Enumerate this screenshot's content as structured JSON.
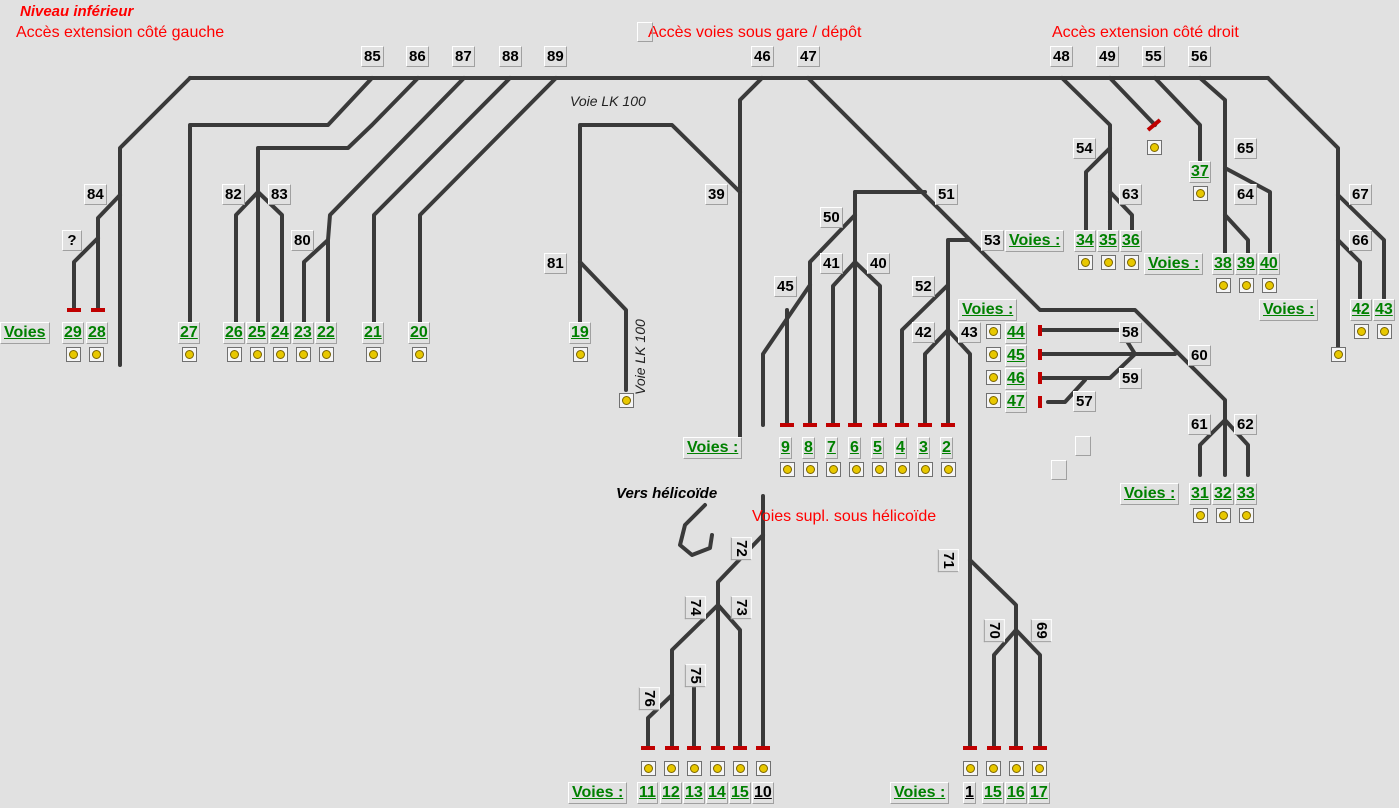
{
  "headers": {
    "niveau": "Niveau inférieur",
    "acces_gauche": "Accès extension côté gauche",
    "acces_gare": "Accès voies sous gare / dépôt",
    "acces_droit": "Accès extension côté droit",
    "voie_lk_1": "Voie LK 100",
    "voie_lk_2": "Voie LK 100",
    "vers_helicoide": "Vers hélicoïde",
    "voies_supl": "Voies supl. sous hélicoïde"
  },
  "voies_label": "Voies :",
  "voies_label_short": "Voies",
  "switches": {
    "s85": "85",
    "s86": "86",
    "s87": "87",
    "s88": "88",
    "s89": "89",
    "s46": "46",
    "s47": "47",
    "s48": "48",
    "s49": "49",
    "s55": "55",
    "s56": "56",
    "s84": "84",
    "s82": "82",
    "s83": "83",
    "s80": "80",
    "q": "?",
    "s39": "39",
    "s81": "81",
    "s51": "51",
    "s50": "50",
    "s41": "41",
    "s40": "40",
    "s45": "45",
    "s53": "53",
    "s52": "52",
    "s42": "42",
    "s43": "43",
    "s54": "54",
    "s63": "63",
    "s65": "65",
    "s64": "64",
    "s67": "67",
    "s66": "66",
    "s58": "58",
    "s59": "59",
    "s57": "57",
    "s60": "60",
    "s61": "61",
    "s62": "62",
    "s72": "72",
    "s71": "71",
    "s74": "74",
    "s73": "73",
    "s75": "75",
    "s76": "76",
    "s70": "70",
    "s69": "69"
  },
  "tracks": {
    "t29": "29",
    "t28": "28",
    "t27": "27",
    "t26": "26",
    "t25": "25",
    "t24": "24",
    "t23": "23",
    "t22": "22",
    "t21": "21",
    "t20": "20",
    "t19": "19",
    "t9": "9",
    "t8": "8",
    "t7": "7",
    "t6": "6",
    "t5": "5",
    "t4": "4",
    "t3": "3",
    "t2": "2",
    "t34": "34",
    "t35": "35",
    "t36": "36",
    "t37": "37",
    "t38": "38",
    "t39": "39",
    "t40": "40",
    "t42": "42",
    "t43": "43",
    "t44": "44",
    "t45": "45",
    "t46": "46",
    "t47": "47",
    "t31": "31",
    "t32": "32",
    "t33": "33",
    "t11": "11",
    "t12": "12",
    "t13": "13",
    "t14": "14",
    "t15": "15",
    "t10": "10",
    "t1": "1",
    "t15b": "15",
    "t16": "16",
    "t17": "17"
  },
  "colors": {
    "track": "#3a3a3a",
    "label_red": "#ff0000",
    "track_num": "#008000",
    "buffer": "#c00000",
    "button": "#e8c800"
  }
}
